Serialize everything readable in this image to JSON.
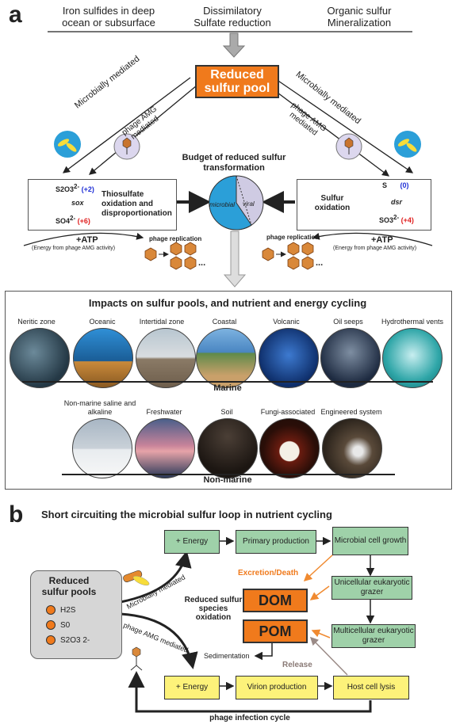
{
  "panel_a": {
    "letter": "a",
    "sources": [
      "Iron sulfides in deep ocean or subsurface",
      "Dissimilatory Sulfate reduction",
      "Organic sulfur Mineralization"
    ],
    "reduced_pool": "Reduced sulfur pool",
    "microbially_mediated_left": "Microbially mediated",
    "microbially_mediated_right": "Microbially mediated",
    "phage_amg_left": "phage AMG mediated",
    "phage_amg_right": "phage AMG mediated",
    "budget_title": "Budget of reduced sulfur transformation",
    "pie": {
      "microbial": "microbial",
      "viral": "viral"
    },
    "left_box": {
      "s2o3": "S2O3",
      "s2o3_charge": "2-",
      "s2o3_ox": "(+2)",
      "sox": "sox",
      "so4": "SO4",
      "so4_charge": "2-",
      "so4_ox": "(+6)",
      "process": "Thiosulfate oxidation and disproportionation"
    },
    "right_box": {
      "s": "S",
      "s_ox": "(0)",
      "dsr": "dsr",
      "so3": "SO3",
      "so3_charge": "2-",
      "so3_ox": "(+4)",
      "process": "Sulfur oxidation"
    },
    "atp": "+ATP",
    "atp_note": "(Energy from phage AMG activity)",
    "phage_replication": "phage replication",
    "ellipsis": "...",
    "impacts_title": "Impacts on sulfur pools, and nutrient and energy cycling",
    "marine_labels": [
      "Neritic zone",
      "Oceanic",
      "Intertidal zone",
      "Coastal",
      "Volcanic",
      "Oil seeps",
      "Hydrothermal vents"
    ],
    "marine": "Marine",
    "nonmarine_labels": [
      "Non-marine saline and alkaline",
      "Freshwater",
      "Soil",
      "Fungi-associated",
      "Engineered system"
    ],
    "nonmarine": "Non-marine"
  },
  "panel_b": {
    "letter": "b",
    "title": "Short circuiting the microbial sulfur loop in nutrient cycling",
    "reduced_pools": "Reduced sulfur pools",
    "species": [
      "H2S",
      "S0",
      "S2O3 2-"
    ],
    "energy1": "+ Energy",
    "primary": "Primary production",
    "microbial_growth": "Microbial cell growth",
    "excretion": "Excretion/Death",
    "dom": "DOM",
    "pom": "POM",
    "unicellular": "Unicellular eukaryotic grazer",
    "multicellular": "Multicellular eukaryotic grazer",
    "microbially_mediated": "Microbially mediated",
    "phage_amg_mediated": "phage AMG mediated",
    "species_oxidation": "Reduced sulfur species oxidation",
    "sedimentation": "Sedimentation",
    "release": "Release",
    "energy2": "+ Energy",
    "virion": "Virion production",
    "lysis": "Host cell lysis",
    "infection_cycle": "phage infection cycle"
  },
  "colors": {
    "orange": "#f07a1c",
    "green_box": "#9fd1a9",
    "yellow_box": "#fdf27a",
    "pie_microbial": "#2b9fd8",
    "pie_viral": "#cfcbe3",
    "ox_blue": "#1f2fd6",
    "ox_red": "#e02020"
  }
}
